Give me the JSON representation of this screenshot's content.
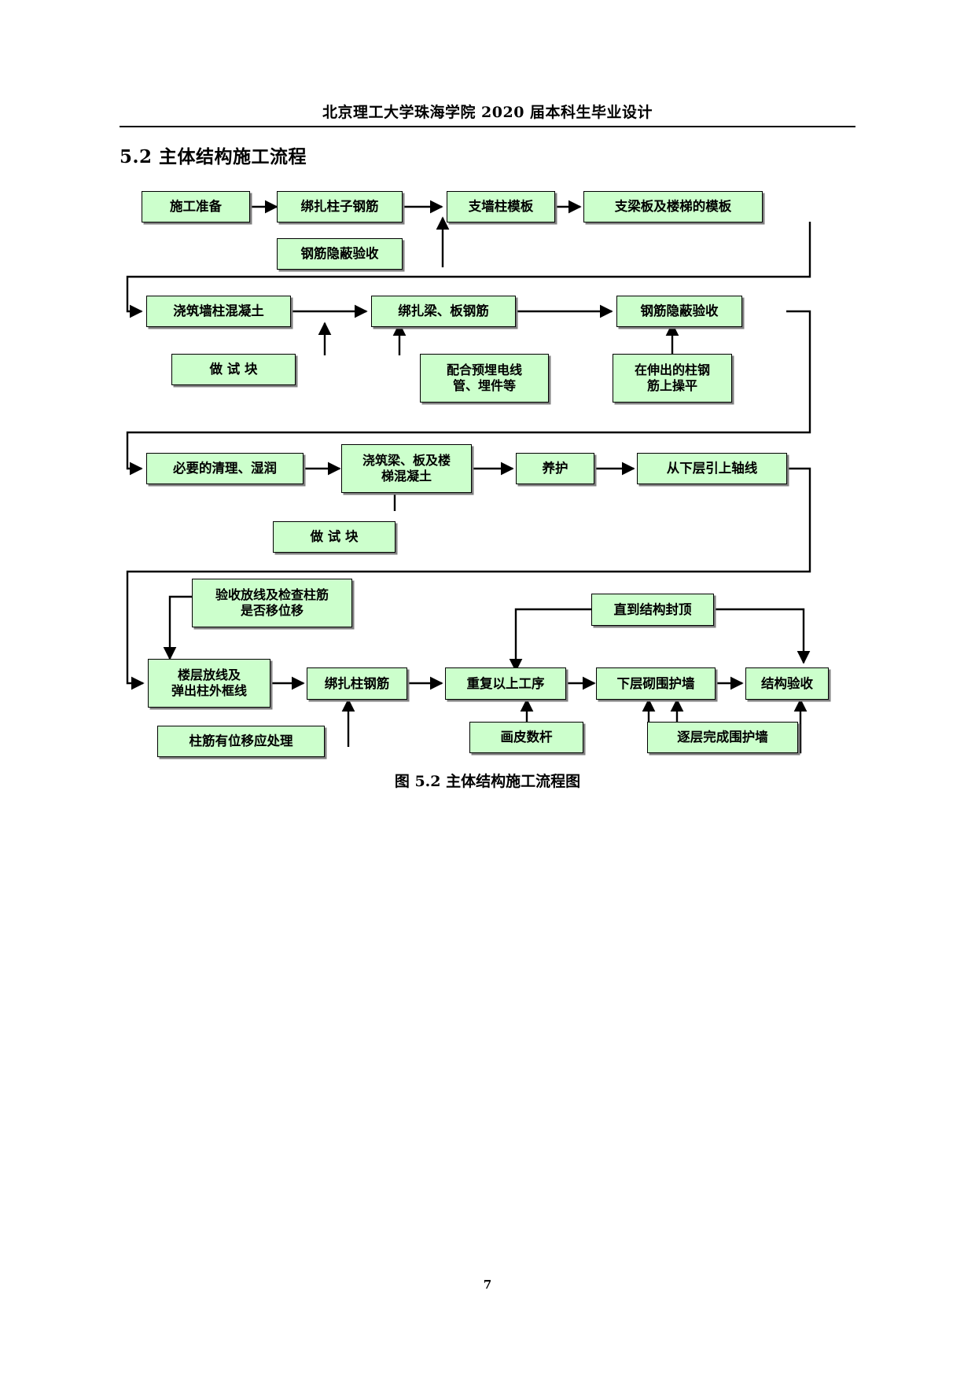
{
  "document": {
    "header": "北京理工大学珠海学院 2020 届本科生毕业设计",
    "section_heading": "5.2 主体结构施工流程",
    "figure_caption": "图 5.2  主体结构施工流程图",
    "page_number": "7"
  },
  "theme": {
    "node_fill": "#ccffcc",
    "node_border": "#000000",
    "node_shadow": "#808080",
    "page_background": "#ffffff",
    "text_color": "#000000"
  },
  "flowchart": {
    "title": "主体结构施工流程图",
    "nodes": {
      "n01": "施工准备",
      "n02": "绑扎柱子钢筋",
      "n03": "钢筋隐蔽验收",
      "n04": "支墙柱模板",
      "n05": "支梁板及楼梯的模板",
      "n06": "浇筑墙柱混凝土",
      "n07": "做  试  块",
      "n08": "绑扎梁、板钢筋",
      "n09": "配合预埋电线\n管、埋件等",
      "n10": "钢筋隐蔽验收",
      "n11": "在伸出的柱钢\n筋上操平",
      "n12": "必要的清理、湿润",
      "n13": "浇筑梁、板及楼\n梯混凝土",
      "n14": "做  试  块",
      "n15": "养护",
      "n16": "从下层引上轴线",
      "n17": "验收放线及检查柱筋\n是否移位移",
      "n18": "楼层放线及\n弹出柱外框线",
      "n19": "柱筋有位移应处理",
      "n20": "绑扎柱钢筋",
      "n21": "重复以上工序",
      "n22": "画皮数杆",
      "n23": "下层砌围护墙",
      "n24": "逐层完成围护墙",
      "n25": "直到结构封顶",
      "n26": "结构验收"
    },
    "edges": [
      {
        "from": "n01",
        "to": "n02"
      },
      {
        "from": "n02",
        "to": "n04"
      },
      {
        "from": "n03",
        "to": "n04"
      },
      {
        "from": "n04",
        "to": "n05"
      },
      {
        "from": "n05",
        "to": "n06"
      },
      {
        "from": "n06",
        "to": "n08"
      },
      {
        "from": "n07",
        "to": "n08"
      },
      {
        "from": "n08",
        "to": "n10"
      },
      {
        "from": "n09",
        "to": "n08"
      },
      {
        "from": "n10",
        "to": "n12"
      },
      {
        "from": "n11",
        "to": "n10"
      },
      {
        "from": "n12",
        "to": "n13"
      },
      {
        "from": "n13",
        "to": "n15"
      },
      {
        "from": "n14",
        "to": "n13"
      },
      {
        "from": "n15",
        "to": "n16"
      },
      {
        "from": "n16",
        "to": "n18"
      },
      {
        "from": "n17",
        "to": "n18"
      },
      {
        "from": "n18",
        "to": "n20"
      },
      {
        "from": "n19",
        "to": "n20"
      },
      {
        "from": "n20",
        "to": "n21"
      },
      {
        "from": "n21",
        "to": "n23"
      },
      {
        "from": "n22",
        "to": "n23"
      },
      {
        "from": "n23",
        "to": "n26"
      },
      {
        "from": "n24",
        "to": "n23"
      },
      {
        "from": "n25",
        "to": "n21"
      },
      {
        "from": "n25",
        "to": "n26"
      }
    ]
  }
}
